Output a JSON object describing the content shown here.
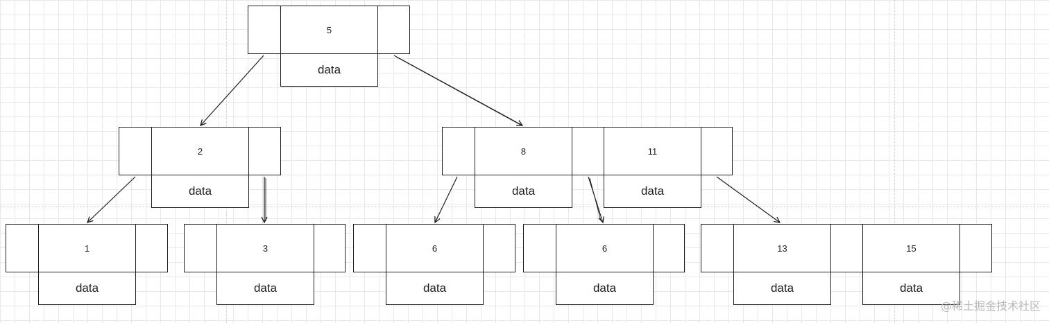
{
  "diagram": {
    "nodes": [
      {
        "id": "root",
        "keys": [
          {
            "value": "5",
            "data": "data"
          }
        ]
      },
      {
        "id": "left-internal",
        "keys": [
          {
            "value": "2",
            "data": "data"
          }
        ]
      },
      {
        "id": "right-internal",
        "keys": [
          {
            "value": "8",
            "data": "data"
          },
          {
            "value": "11",
            "data": "data"
          }
        ]
      },
      {
        "id": "leaf-1",
        "keys": [
          {
            "value": "1",
            "data": "data"
          }
        ]
      },
      {
        "id": "leaf-3",
        "keys": [
          {
            "value": "3",
            "data": "data"
          }
        ]
      },
      {
        "id": "leaf-6a",
        "keys": [
          {
            "value": "6",
            "data": "data"
          }
        ]
      },
      {
        "id": "leaf-6b",
        "keys": [
          {
            "value": "6",
            "data": "data"
          }
        ]
      },
      {
        "id": "leaf-13-15",
        "keys": [
          {
            "value": "13",
            "data": "data"
          },
          {
            "value": "15",
            "data": "data"
          }
        ]
      }
    ],
    "edges": [
      {
        "from": "root",
        "to": "left-internal"
      },
      {
        "from": "root",
        "to": "right-internal"
      },
      {
        "from": "left-internal",
        "to": "leaf-1"
      },
      {
        "from": "left-internal",
        "to": "leaf-3"
      },
      {
        "from": "right-internal",
        "to": "leaf-6a"
      },
      {
        "from": "right-internal",
        "to": "leaf-6b"
      },
      {
        "from": "right-internal",
        "to": "leaf-13-15"
      }
    ]
  },
  "watermark": "@稀土掘金技术社区",
  "colors": {
    "stroke": "#1e1e1e",
    "grid": "#e8e8e8",
    "background": "#ffffff"
  }
}
